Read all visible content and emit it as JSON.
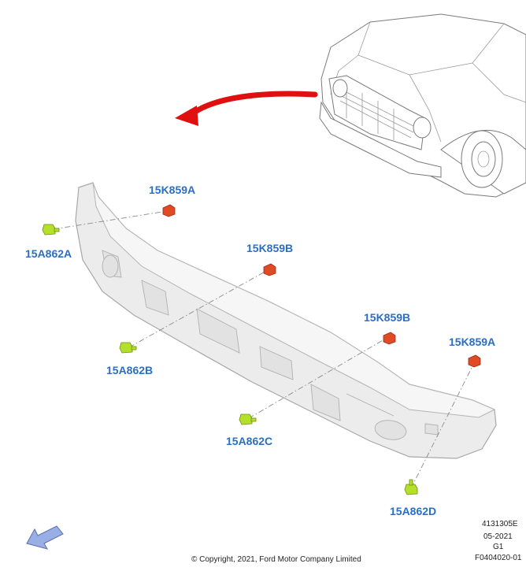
{
  "callouts": {
    "nut_upper_left": "15K859A",
    "nut_mid_left": "15K859B",
    "nut_mid_right": "15K859B",
    "nut_right": "15K859A",
    "bolt_left": "15A862A",
    "bolt_mid_left": "15A862B",
    "bolt_center": "15A862C",
    "bolt_right": "15A862D"
  },
  "metadata": {
    "code": "4131305E",
    "date": "05-2021",
    "grade": "G1",
    "figure_id": "F0404020-01"
  },
  "copyright": "© Copyright, 2021, Ford Motor Company Limited",
  "colors": {
    "callout_text": "#2a6fc4",
    "nut": "#e04a24",
    "bolt": "#b4e02a",
    "direction_arrow": "#e01010",
    "front_arrow": "#9aaee6"
  },
  "icons": {
    "view_direction": "curved-arrow-icon",
    "front_indicator": "front-arrow-icon"
  }
}
